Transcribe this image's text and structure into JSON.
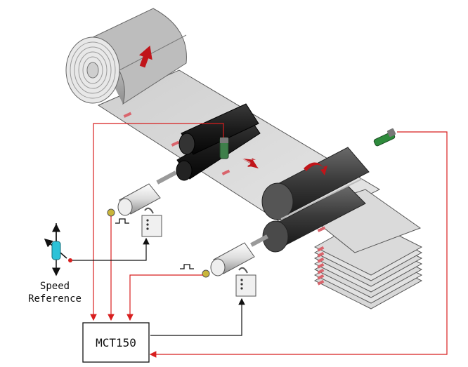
{
  "controller": {
    "label": "MCT150"
  },
  "speed_reference": {
    "line1": "Speed",
    "line2": "Reference"
  },
  "colors": {
    "signal_line": "#d81e1e",
    "arrow": "#c0151a",
    "mark": "#d9646c",
    "sensor_green": "#2e8b3c",
    "sensor_knob": "#2cc2d8"
  }
}
